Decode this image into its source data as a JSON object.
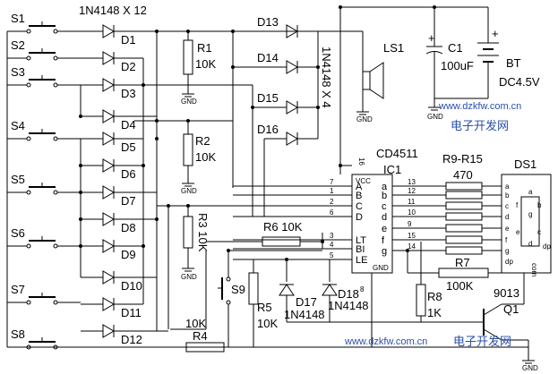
{
  "switches": [
    "S1",
    "S2",
    "S3",
    "S4",
    "S5",
    "S6",
    "S7",
    "S8"
  ],
  "diode_array_label": "1N4148 X 12",
  "diodes_left": [
    "D1",
    "D2",
    "D3",
    "D4",
    "D5",
    "D6",
    "D7",
    "D8",
    "D9",
    "D10",
    "D11",
    "D12"
  ],
  "diodes_right": [
    "D13",
    "D14",
    "D15",
    "D16"
  ],
  "diode_array2_label": "1N4148 X 4",
  "resistors": {
    "r1": "R1",
    "r1_val": "10K",
    "r2": "R2",
    "r2_val": "10K",
    "r3": "R3 10K",
    "r4": "R4",
    "r4_val": "10K",
    "r5": "R5",
    "r5_val": "10K",
    "r6": "R6 10K",
    "r7": "R7",
    "r7_val": "100K",
    "r8": "R8",
    "r8_val": "1K",
    "r9_15": "R9-R15",
    "r9_15_val": "470"
  },
  "gnd": "GND",
  "speaker": "LS1",
  "capacitor": {
    "name": "C1",
    "value": "100uF"
  },
  "battery": {
    "name": "BT",
    "value": "DC4.5V"
  },
  "ic": {
    "name": "CD4511",
    "ref": "IC1",
    "vcc": "VCC",
    "gnd": "GND",
    "pin16": "16",
    "pin8": "8",
    "left_pins": [
      {
        "num": "7",
        "name": "A"
      },
      {
        "num": "1",
        "name": "B"
      },
      {
        "num": "2",
        "name": "C"
      },
      {
        "num": "6",
        "name": "D"
      },
      {
        "num": "3",
        "name": "LT"
      },
      {
        "num": "4",
        "name": "BI"
      },
      {
        "num": "5",
        "name": "LE"
      }
    ],
    "right_pins": [
      {
        "num": "13",
        "name": "a"
      },
      {
        "num": "12",
        "name": "b"
      },
      {
        "num": "11",
        "name": "c"
      },
      {
        "num": "10",
        "name": "d"
      },
      {
        "num": "9",
        "name": "e"
      },
      {
        "num": "15",
        "name": "f"
      },
      {
        "num": "14",
        "name": "g"
      }
    ]
  },
  "display": {
    "ref": "DS1",
    "pins": [
      "a",
      "b",
      "c",
      "d",
      "e",
      "f",
      "g",
      "dp"
    ],
    "seg": [
      "a",
      "b",
      "f",
      "g",
      "c",
      "e",
      "d",
      "dp"
    ],
    "com": "com"
  },
  "switch_s9": "S9",
  "d17": "D17",
  "d17_val": "1N4148",
  "d18": "D18",
  "d18_val": "1N4148",
  "transistor": {
    "ref": "Q1",
    "type": "9013"
  },
  "watermark_url": "www.dzkfw.com.cn",
  "watermark_cn": "电子开发网"
}
